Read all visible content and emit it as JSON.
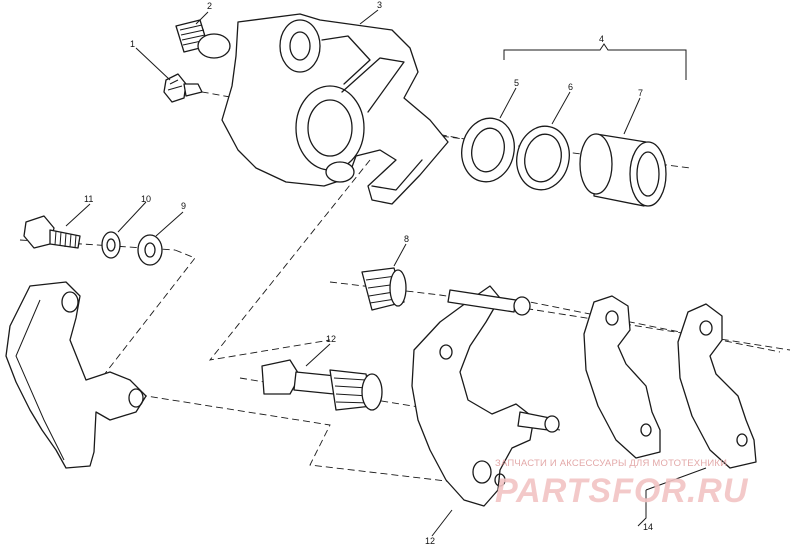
{
  "callouts": {
    "c1": "1",
    "c2": "2",
    "c3": "3",
    "c4": "4",
    "c5": "5",
    "c6": "6",
    "c7": "7",
    "c8": "8",
    "c9": "9",
    "c10": "10",
    "c11": "11",
    "c12a": "12",
    "c12b": "12",
    "c14": "14"
  },
  "watermark": {
    "tagline": "ЗАПЧАСТИ И АКСЕССУАРЫ ДЛЯ МОТОТЕХНИКИ",
    "logo": "PARTSFOR.RU",
    "color": "#e8a8a8"
  }
}
